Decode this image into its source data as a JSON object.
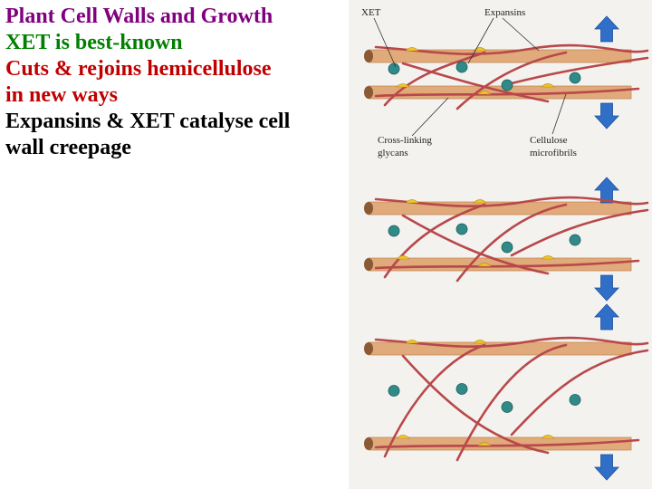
{
  "slide": {
    "lines": [
      {
        "text": "Plant Cell Walls and Growth",
        "color": "#800080"
      },
      {
        "text": "XET is best-known",
        "color": "#008000"
      },
      {
        "text": "Cuts & rejoins hemicellulose",
        "color": "#c00000"
      },
      {
        "text": "in new ways",
        "color": "#c00000"
      },
      {
        "text": "Expansins & XET catalyse cell",
        "color": "#000000"
      },
      {
        "text": "wall creepage",
        "color": "#000000"
      }
    ]
  },
  "figure": {
    "labels": {
      "xet": "XET",
      "expansins": "Expansins",
      "cross_linking_1": "Cross-linking",
      "cross_linking_2": "glycans",
      "cellulose_1": "Cellulose",
      "cellulose_2": "microfibrils"
    },
    "colors": {
      "fibril": "#e0aa7a",
      "fibril_edge": "#c98a58",
      "glycan": "#b8484a",
      "expansin": "#f0c62a",
      "xet": "#2f8a88",
      "arrow": "#2f6fc8"
    },
    "icons": [
      "arrow-up-icon",
      "arrow-down-icon"
    ]
  }
}
